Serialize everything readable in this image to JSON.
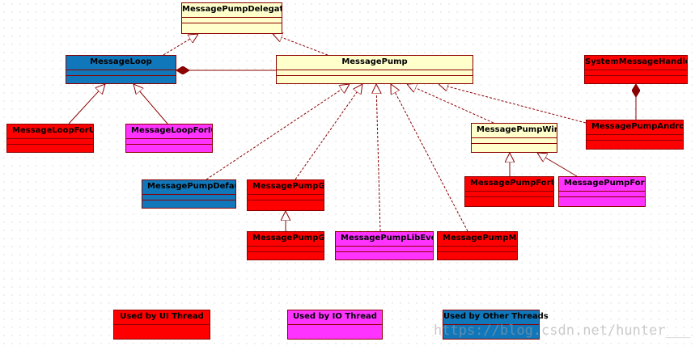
{
  "colors": {
    "ui_thread": "#ff0000",
    "io_thread": "#ff33ff",
    "other_threads": "#1177bb",
    "neutral": "#ffffcc",
    "border": "#8b0000"
  },
  "classes": {
    "message_pump_delegate": "MessagePumpDelegate",
    "message_loop": "MessageLoop",
    "message_pump": "MessagePump",
    "system_message_handler": "SystemMessageHandler",
    "message_loop_for_ui": "MessageLoopForUI",
    "message_loop_for_io": "MessageLoopForIO",
    "message_pump_win": "MessagePumpWin",
    "message_pump_android": "MessagePumpAndroid",
    "message_pump_default": "MessagePumpDefault",
    "message_pump_glib": "MessagePumpGlib",
    "message_pump_for_ui": "MessagePumpForUI",
    "message_pump_for_io": "MessagePumpForIO",
    "message_pump_gtk": "MessagePumpGtk",
    "message_pump_lib_event": "MessagePumpLibEvent",
    "message_pump_mac": "MessagePumpMac"
  },
  "legend": {
    "ui_thread": "Used by UI Thread",
    "io_thread": "Used by IO Thread",
    "other_threads": "Used by Other Threads"
  },
  "watermark": "https://blog.csdn.net/hunter___"
}
